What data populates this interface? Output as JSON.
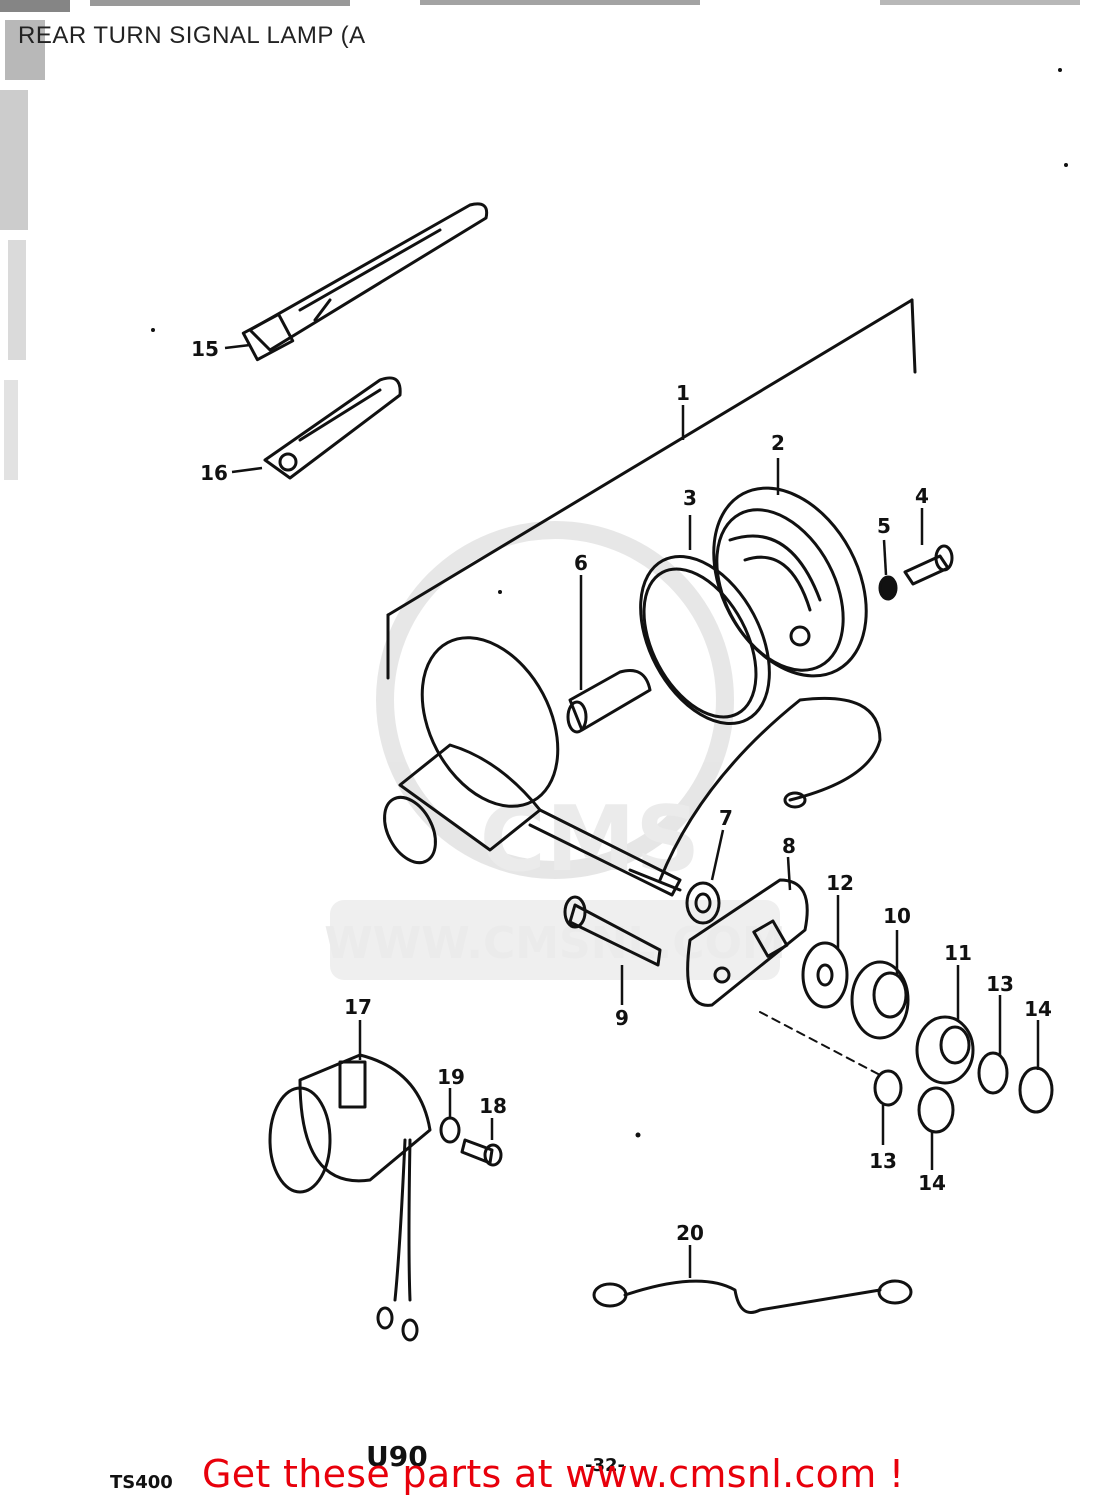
{
  "header": {
    "title": "REAR TURN SIGNAL LAMP (A"
  },
  "parts": [
    {
      "label": "1"
    },
    {
      "label": "2"
    },
    {
      "label": "3"
    },
    {
      "label": "4"
    },
    {
      "label": "5"
    },
    {
      "label": "6"
    },
    {
      "label": "7"
    },
    {
      "label": "8"
    },
    {
      "label": "9"
    },
    {
      "label": "10"
    },
    {
      "label": "11"
    },
    {
      "label": "12"
    },
    {
      "label": "13"
    },
    {
      "label": "14"
    },
    {
      "label": "15"
    },
    {
      "label": "16"
    },
    {
      "label": "17"
    },
    {
      "label": "18"
    },
    {
      "label": "19"
    },
    {
      "label": "20"
    },
    {
      "label": "13"
    },
    {
      "label": "14"
    }
  ],
  "watermark": {
    "text": "WWW.CMSNL.COM",
    "logo": "CMS"
  },
  "footer": {
    "model_code": "TS400",
    "page_code": "U90",
    "page_number": "-32-",
    "link_text": "Get these parts at www.cmsnl.com !"
  }
}
